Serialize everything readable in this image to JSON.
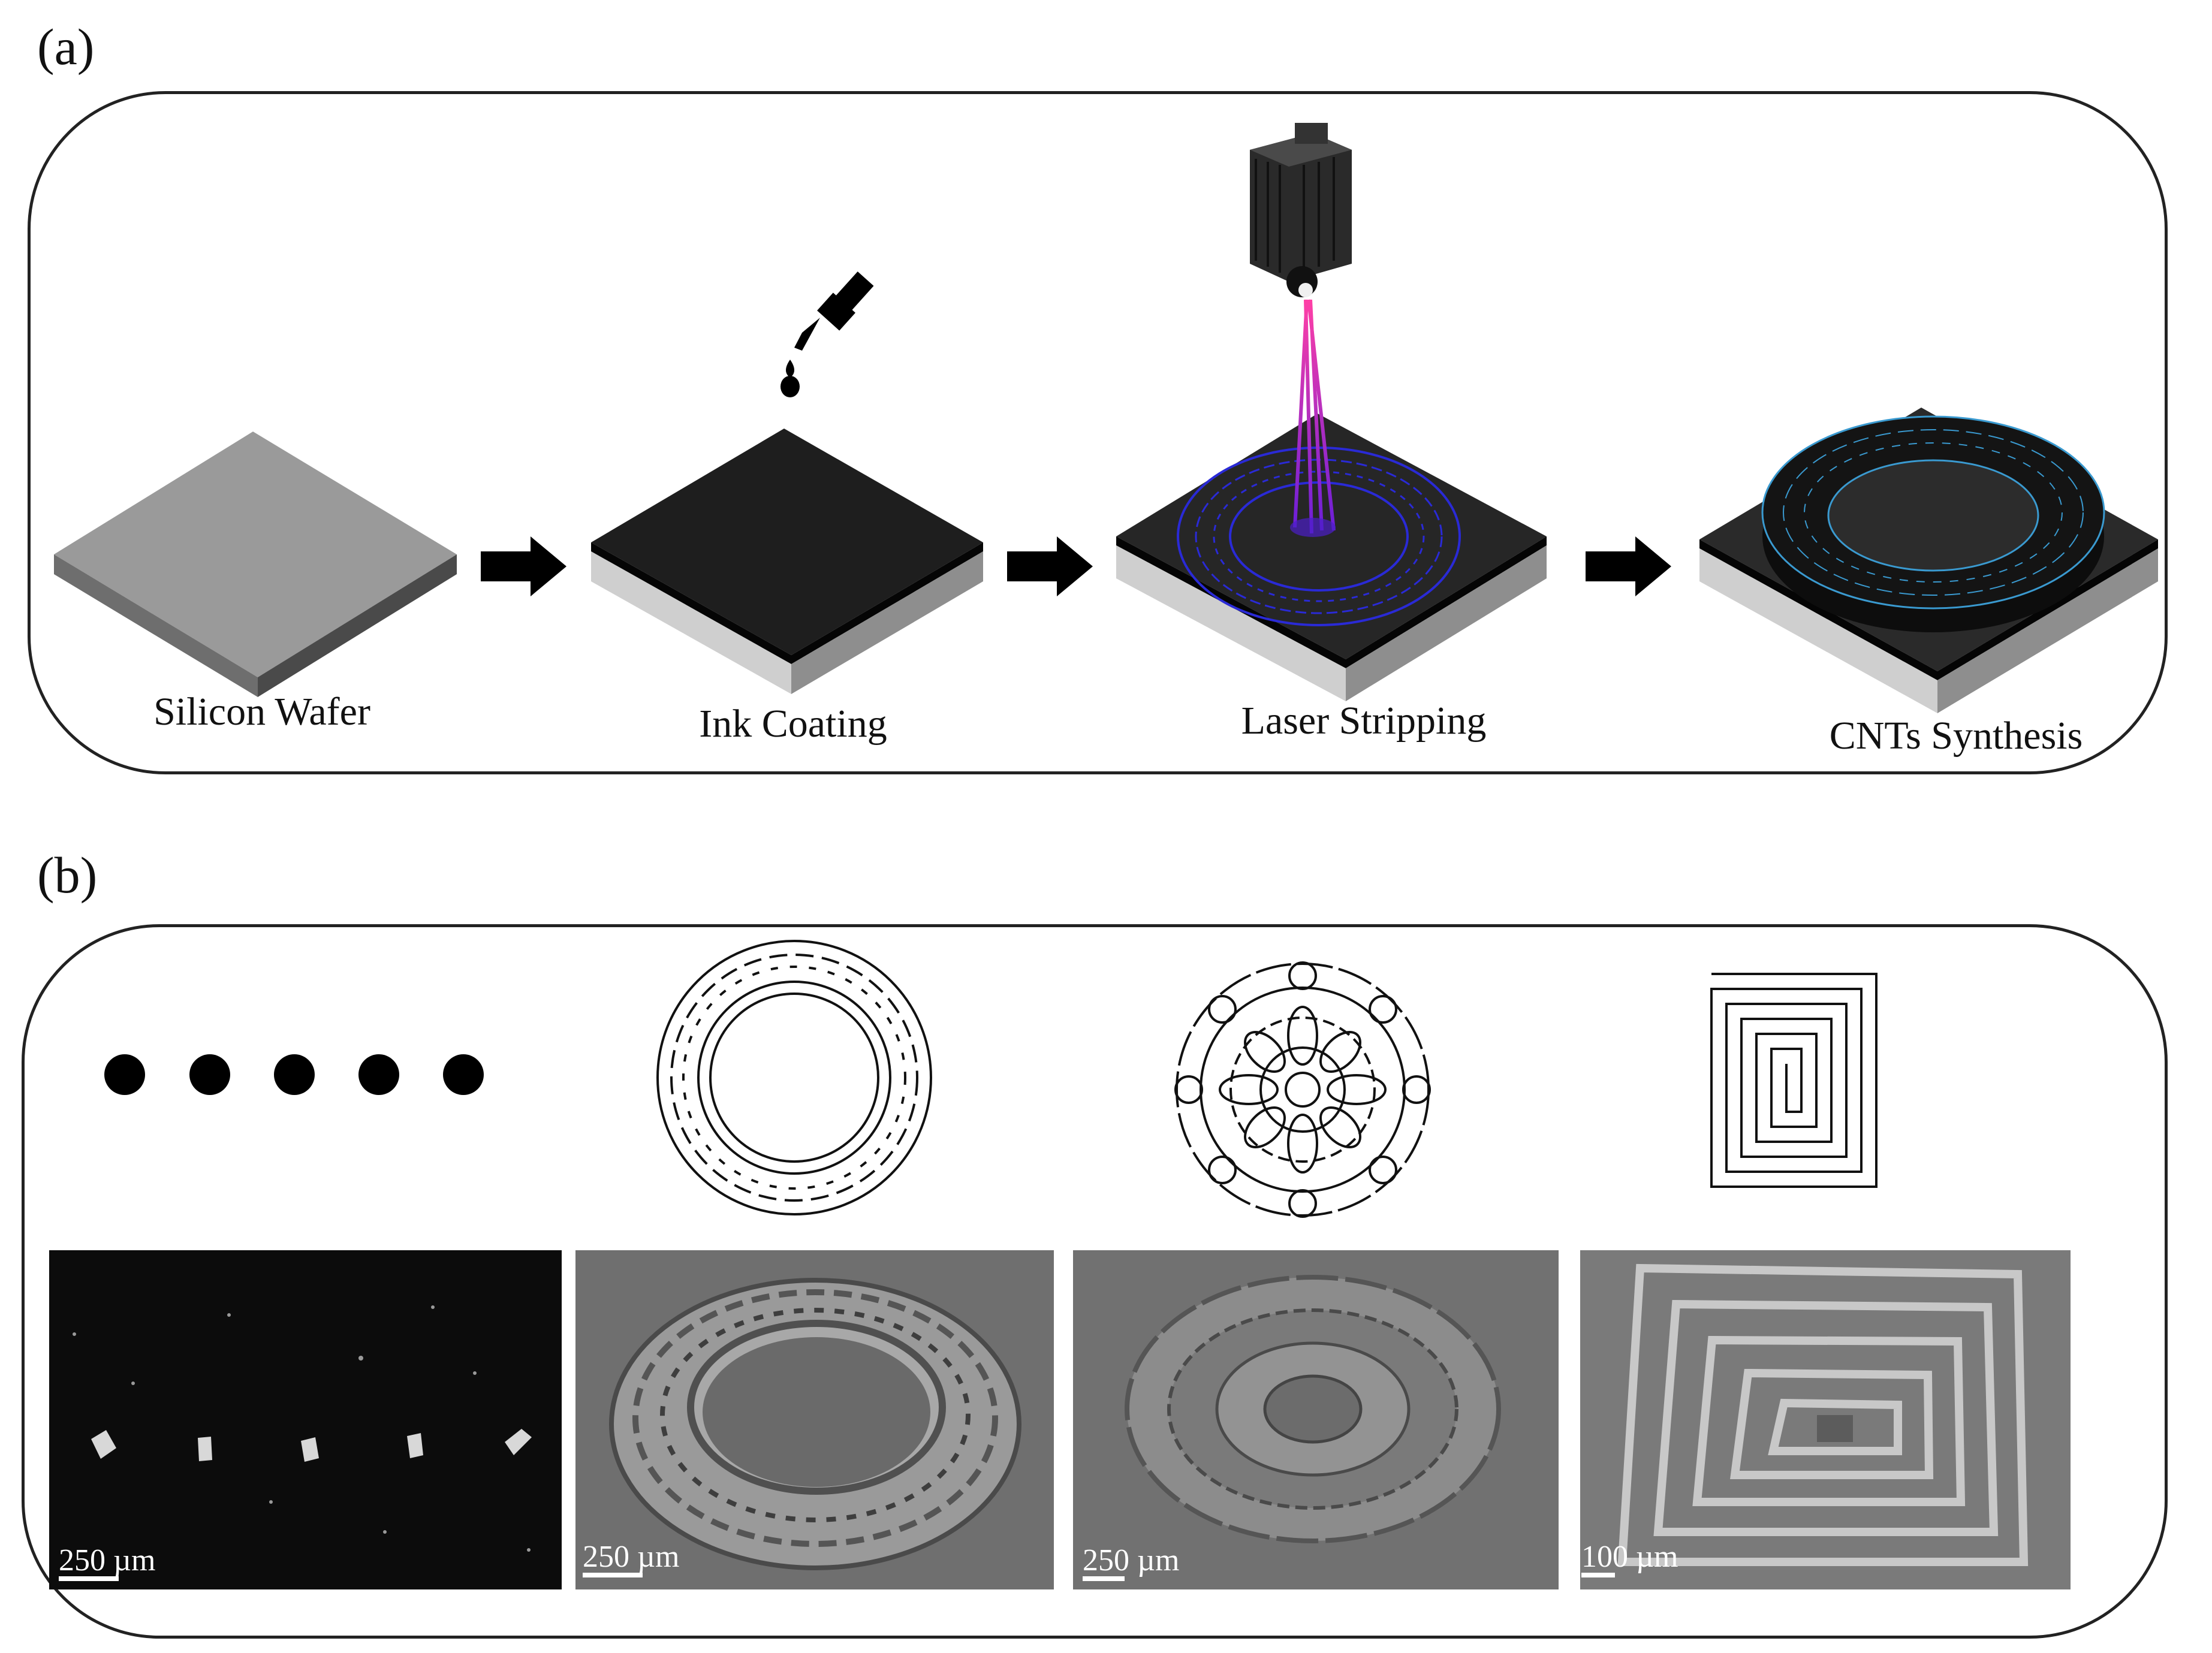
{
  "panel_a": {
    "label": "(a)",
    "steps": [
      {
        "label": "Silicon Wafer",
        "icon": "wafer-icon"
      },
      {
        "label": "Ink Coating",
        "icon": "dropper-icon"
      },
      {
        "label": "Laser Stripping",
        "icon": "laser-icon"
      },
      {
        "label": "CNTs Synthesis",
        "icon": "cnt-ring-icon"
      }
    ]
  },
  "panel_b": {
    "label": "(b)",
    "patterns": [
      "dots",
      "greek-key-ring",
      "mandala",
      "square-spiral"
    ],
    "sem_images": [
      {
        "scale": "250 µm"
      },
      {
        "scale": "250 µm"
      },
      {
        "scale": "250 µm"
      },
      {
        "scale": "100 µm"
      }
    ]
  },
  "colors": {
    "laser": "#e6198a",
    "pattern_blue": "#2a2ad6",
    "coating": "#1c1c1c",
    "substrate": "#8c8c8c"
  }
}
